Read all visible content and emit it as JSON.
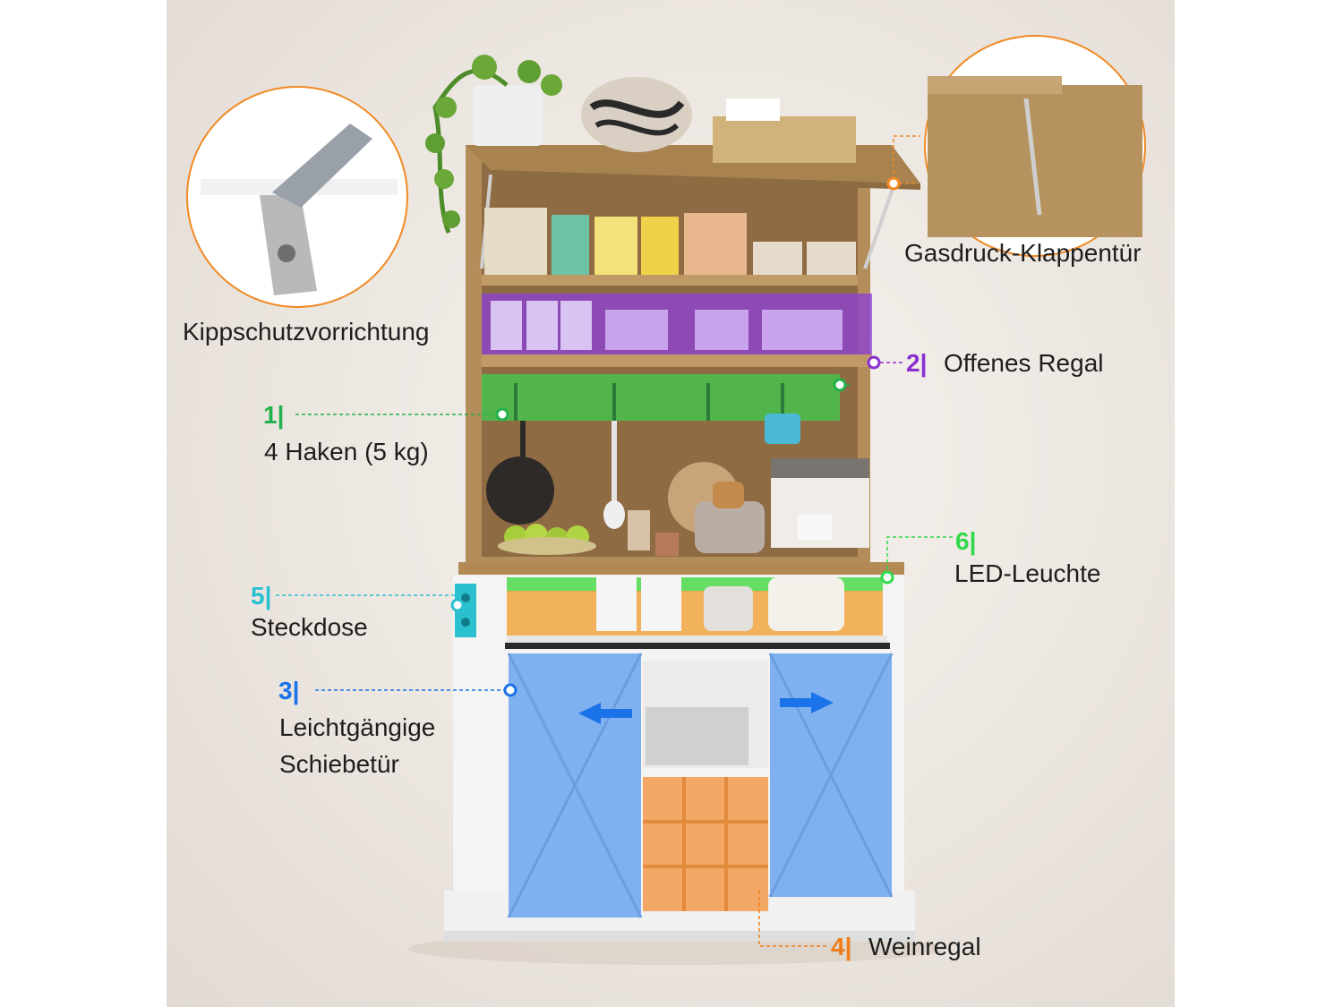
{
  "features": {
    "f1": {
      "num": "1|",
      "text": "4 Haken (5 kg)",
      "color": "#22b14c"
    },
    "f2": {
      "num": "2|",
      "text": "Offenes Regal",
      "color": "#8b2fd1"
    },
    "f3": {
      "num": "3|",
      "line1": "Leichtgängige",
      "line2": "Schiebetür",
      "color": "#1a73e8"
    },
    "f4": {
      "num": "4|",
      "text": "Weinregal",
      "color": "#f07d1a"
    },
    "f5": {
      "num": "5|",
      "text": "Steckdose",
      "color": "#2bc0cf"
    },
    "f6": {
      "num": "6|",
      "text": "LED-Leuchte",
      "color": "#31d84a"
    }
  },
  "callouts": {
    "anti_tip": "Kippschutzvorrichtung",
    "gas_door": "Gasdruck-Klappentür"
  },
  "product_image": "kitchen-hutch-cabinet",
  "colors": {
    "wood": "#b7925f",
    "white_body": "#f4f4f4",
    "door_overlay": "#7fb0f0",
    "callout_ring": "#f08a24"
  }
}
